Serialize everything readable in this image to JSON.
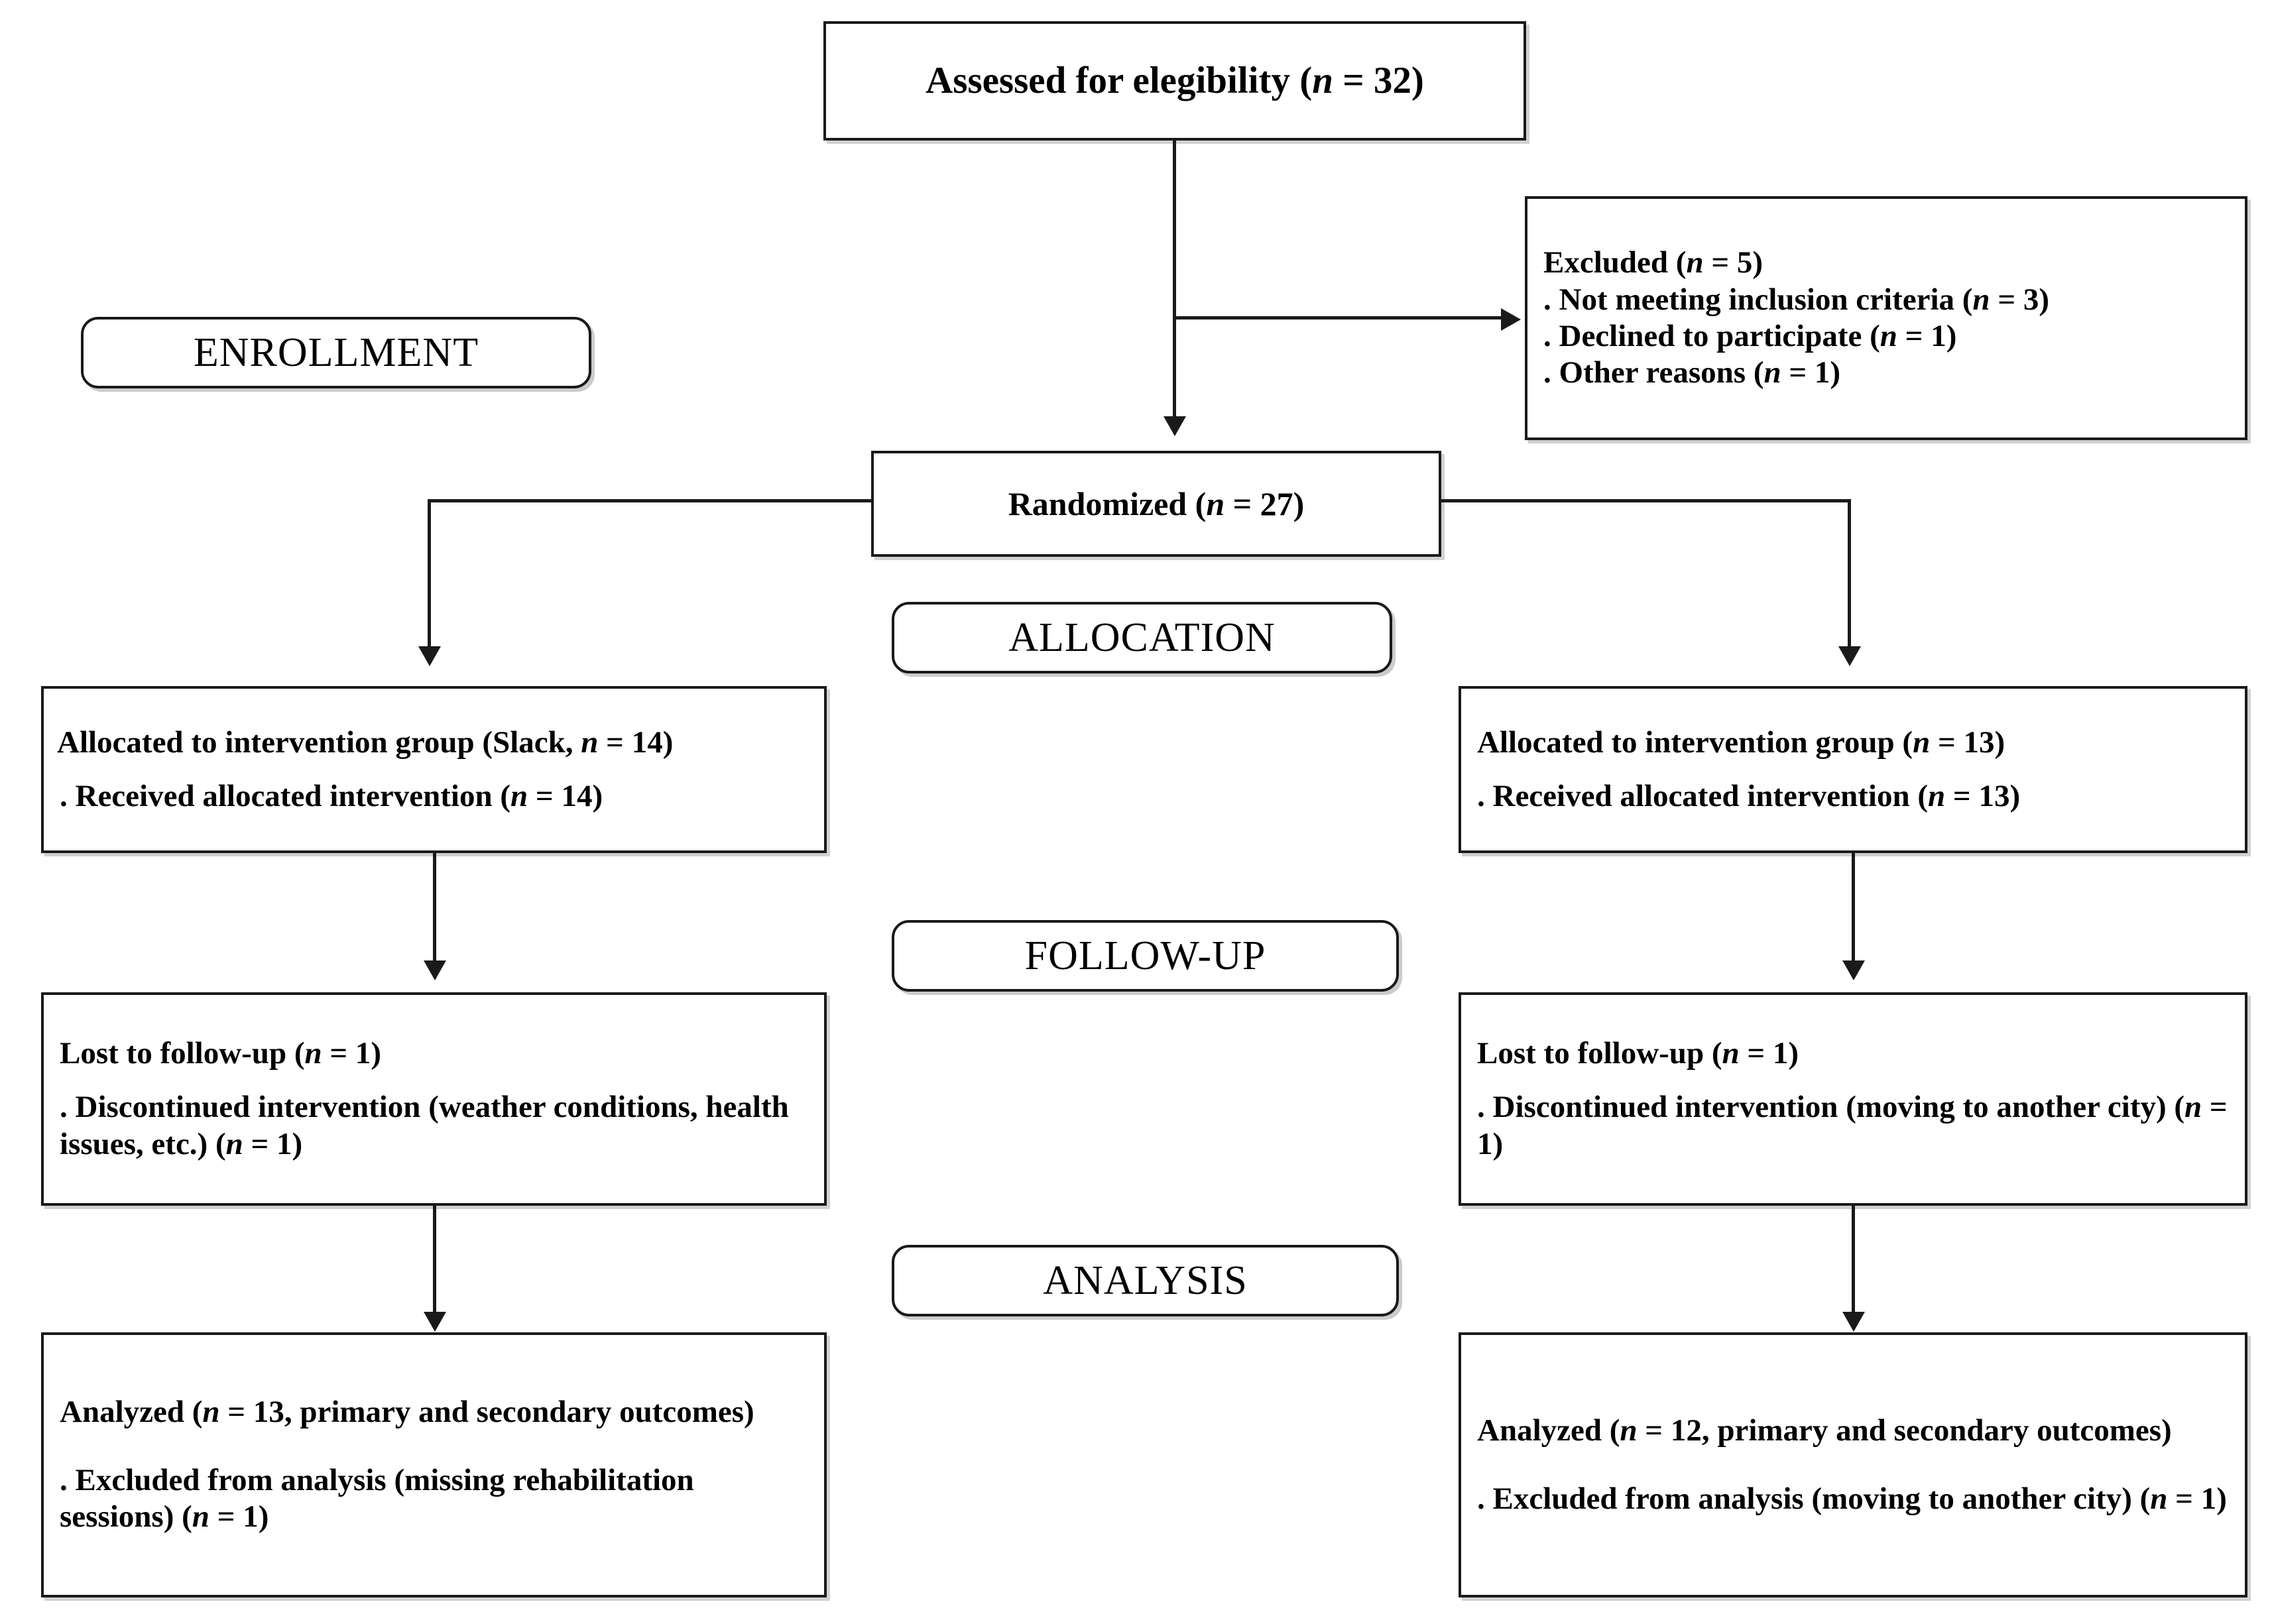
{
  "diagram": {
    "type": "CONSORT participant flow diagram",
    "stages": [
      {
        "id": "enrollment",
        "label": "ENROLLMENT"
      },
      {
        "id": "allocation",
        "label": "ALLOCATION"
      },
      {
        "id": "followup",
        "label": "FOLLOW-UP"
      },
      {
        "id": "analysis",
        "label": "ANALYSIS"
      }
    ],
    "nodes": {
      "assessed": {
        "name": "assessed-for-eligibility",
        "lines": [
          {
            "pre": "Assessed for elegibility (",
            "ital": "n",
            "post": " = 32)"
          }
        ],
        "n": 32
      },
      "excluded": {
        "name": "excluded",
        "lines": [
          {
            "pre": "Excluded (",
            "ital": "n",
            "post": " = 5)"
          },
          {
            "pre": ". Not meeting inclusion criteria (",
            "ital": "n",
            "post": " = 3)"
          },
          {
            "pre": ". Declined to participate (",
            "ital": "n",
            "post": " = 1)"
          },
          {
            "pre": ". Other reasons (",
            "ital": "n",
            "post": " = 1)"
          }
        ],
        "n": 5
      },
      "randomized": {
        "name": "randomized",
        "lines": [
          {
            "pre": "Randomized (",
            "ital": "n",
            "post": " = 27)"
          }
        ],
        "n": 27
      },
      "alloc_left": {
        "name": "allocated-intervention-slack",
        "lines": [
          {
            "pre": "Allocated to intervention group (Slack, ",
            "ital": "n",
            "post": " = 14)"
          },
          {
            "gap": true
          },
          {
            "pre": ". Received allocated intervention (",
            "ital": "n",
            "post": " = 14)"
          }
        ],
        "n": 14
      },
      "alloc_right": {
        "name": "allocated-intervention-control",
        "lines": [
          {
            "pre": "Allocated to intervention group (",
            "ital": "n",
            "post": " = 13)"
          },
          {
            "gap": true
          },
          {
            "pre": ". Received allocated intervention (",
            "ital": "n",
            "post": " = 13)"
          }
        ],
        "n": 13
      },
      "follow_left": {
        "name": "lost-to-followup-left",
        "lines": [
          {
            "pre": "Lost to follow-up (",
            "ital": "n",
            "post": " = 1)"
          },
          {
            "gap": true
          },
          {
            "pre": ". Discontinued intervention (weather conditions, health issues, etc.) (",
            "ital": "n",
            "post": " = 1)"
          }
        ],
        "n": 1
      },
      "follow_right": {
        "name": "lost-to-followup-right",
        "lines": [
          {
            "pre": "Lost to follow-up (",
            "ital": "n",
            "post": " = 1)"
          },
          {
            "gap": true
          },
          {
            "pre": ". Discontinued intervention (moving to another city) (",
            "ital": "n",
            "post": " = 1)"
          }
        ],
        "n": 1
      },
      "analysis_left": {
        "name": "analyzed-left",
        "lines": [
          {
            "pre": "Analyzed (",
            "ital": "n",
            "post": " = 13, primary and secondary outcomes)"
          },
          {
            "gap": true
          },
          {
            "pre": ". Excluded from analysis (missing rehabilitation sessions) (",
            "ital": "n",
            "post": " = 1)"
          }
        ],
        "n": 13
      },
      "analysis_right": {
        "name": "analyzed-right",
        "lines": [
          {
            "pre": "Analyzed (",
            "ital": "n",
            "post": " = 12, primary and secondary outcomes)"
          },
          {
            "gap": true
          },
          {
            "pre": ". Excluded from analysis (moving to another city) (",
            "ital": "n",
            "post": " = 1)"
          }
        ],
        "n": 12
      }
    },
    "colors": {
      "stroke": "#1a1a1a",
      "fill": "#ffffff",
      "text": "#000000"
    }
  }
}
